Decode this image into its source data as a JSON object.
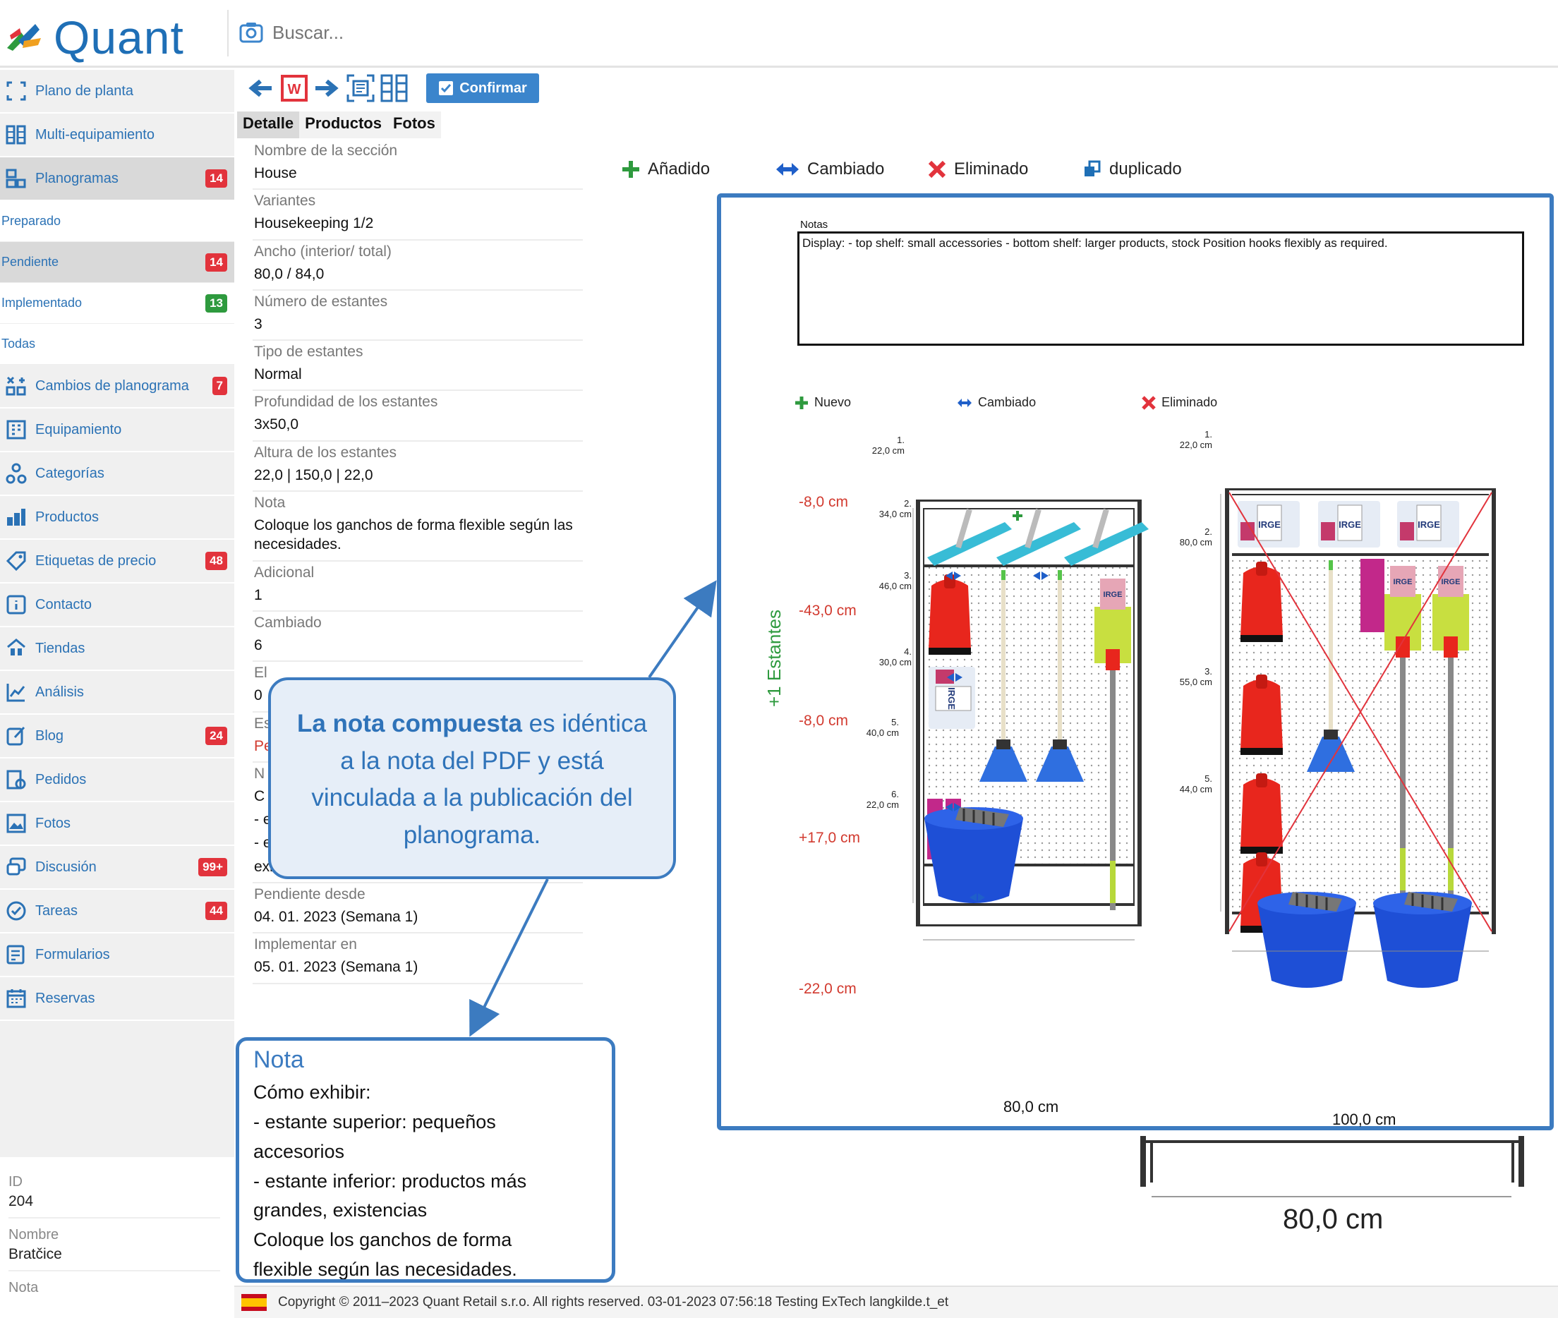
{
  "app": {
    "name": "Quant"
  },
  "search": {
    "placeholder": "Buscar..."
  },
  "sidebar": {
    "items": [
      {
        "label": "Plano de planta",
        "icon": "floorplan-icon"
      },
      {
        "label": "Multi-equipamiento",
        "icon": "multi-equipment-icon"
      },
      {
        "label": "Planogramas",
        "icon": "planogram-icon",
        "badge": "14"
      },
      {
        "label": "Cambios de planograma",
        "icon": "planogram-changes-icon",
        "badge": "7"
      },
      {
        "label": "Equipamiento",
        "icon": "equipment-icon"
      },
      {
        "label": "Categorías",
        "icon": "categories-icon"
      },
      {
        "label": "Productos",
        "icon": "products-icon"
      },
      {
        "label": "Etiquetas de precio",
        "icon": "price-tag-icon",
        "badge": "48"
      },
      {
        "label": "Contacto",
        "icon": "contact-icon"
      },
      {
        "label": "Tiendas",
        "icon": "stores-icon"
      },
      {
        "label": "Análisis",
        "icon": "analysis-icon"
      },
      {
        "label": "Blog",
        "icon": "blog-icon",
        "badge": "24"
      },
      {
        "label": "Pedidos",
        "icon": "orders-icon"
      },
      {
        "label": "Fotos",
        "icon": "photos-icon"
      },
      {
        "label": "Discusión",
        "icon": "discussion-icon",
        "badge": "99+"
      },
      {
        "label": "Tareas",
        "icon": "tasks-icon",
        "badge": "44"
      },
      {
        "label": "Formularios",
        "icon": "forms-icon"
      },
      {
        "label": "Reservas",
        "icon": "reservations-icon"
      }
    ],
    "subitems": [
      {
        "label": "Preparado"
      },
      {
        "label": "Pendiente",
        "badge": "14"
      },
      {
        "label": "Implementado",
        "badge": "13"
      },
      {
        "label": "Todas"
      }
    ],
    "info": {
      "id_label": "ID",
      "id_value": "204",
      "name_label": "Nombre",
      "name_value": "Bratčice",
      "note_label": "Nota"
    }
  },
  "toolbar": {
    "confirm_label": "Confirmar"
  },
  "tabs": [
    {
      "label": "Detalle"
    },
    {
      "label": "Productos"
    },
    {
      "label": "Fotos"
    }
  ],
  "details": [
    {
      "k": "Nombre de la sección",
      "v": "House"
    },
    {
      "k": "Variantes",
      "v": "Housekeeping 1/2"
    },
    {
      "k": "Ancho (interior/ total)",
      "v": "80,0 / 84,0"
    },
    {
      "k": "Número de estantes",
      "v": "3"
    },
    {
      "k": "Tipo de estantes",
      "v": "Normal"
    },
    {
      "k": "Profundidad de los estantes",
      "v": "3x50,0"
    },
    {
      "k": "Altura de los estantes",
      "v": "22,0 | 150,0 | 22,0"
    },
    {
      "k": "Nota",
      "v": "Coloque los ganchos de forma flexible según las necesidades."
    },
    {
      "k": "Adicional",
      "v": "1"
    },
    {
      "k": "Cambiado",
      "v": "6"
    },
    {
      "k": "El",
      "v": "0"
    },
    {
      "k": "Es",
      "v": "Pe"
    },
    {
      "k": "N",
      "v": "C"
    }
  ],
  "details_hidden_lines": [
    "- e",
    "- estante inferior: productos más grandes,",
    "existencias"
  ],
  "details_tail": [
    {
      "k": "Pendiente desde",
      "v": "04. 01. 2023 (Semana 1)"
    },
    {
      "k": "Implementar en",
      "v": "05. 01. 2023 (Semana 1)"
    }
  ],
  "legend_top": [
    {
      "label": "Añadido",
      "icon": "plus-icon",
      "color": "#2e9a3e"
    },
    {
      "label": "Cambiado",
      "icon": "swap-icon",
      "color": "#1f5fc9"
    },
    {
      "label": "Eliminado",
      "icon": "x-icon",
      "color": "#e2333c"
    },
    {
      "label": "duplicado",
      "icon": "duplicate-icon",
      "color": "#1f6fb6"
    }
  ],
  "pdf": {
    "notes_label": "Notas",
    "notes_text": "Display: - top shelf: small accessories - bottom shelf: larger products, stock Position hooks flexibly as required.",
    "legend": [
      {
        "label": "Nuevo",
        "color": "#2e9a3e"
      },
      {
        "label": "Cambiado",
        "color": "#1f5fc9"
      },
      {
        "label": "Eliminado",
        "color": "#e2333c"
      }
    ],
    "side_label": "+1 Estantes",
    "left_deltas": [
      "-8,0 cm",
      "-43,0 cm",
      "-8,0 cm",
      "+17,0 cm",
      "-22,0 cm"
    ],
    "left_shelves": [
      {
        "n": "1.",
        "h": "22,0 cm"
      },
      {
        "n": "2.",
        "h": "34,0 cm"
      },
      {
        "n": "3.",
        "h": "46,0 cm"
      },
      {
        "n": "4.",
        "h": "30,0 cm"
      },
      {
        "n": "5.",
        "h": "40,0 cm"
      },
      {
        "n": "6.",
        "h": "22,0 cm"
      }
    ],
    "right_shelves": [
      {
        "n": "1.",
        "h": "22,0 cm"
      },
      {
        "n": "2.",
        "h": "80,0 cm"
      },
      {
        "n": "3.",
        "h": "55,0 cm"
      },
      {
        "n": "5.",
        "h": "44,0 cm"
      }
    ],
    "left_width": "80,0 cm",
    "right_width": "100,0 cm",
    "brand": "IRGE"
  },
  "callout": {
    "bold": "La nota compuesta",
    "rest": " es idéntica a la nota del PDF y está vinculada a la publicación del planograma."
  },
  "nota_box": {
    "title": "Nota",
    "lines": [
      "Cómo exhibir:",
      "- estante superior: pequeños",
      "accesorios",
      "- estante inferior: productos más",
      "grandes, existencias",
      "Coloque los ganchos de forma",
      "flexible según las necesidades."
    ]
  },
  "bottom_width": "80,0 cm",
  "footer": {
    "text": "Copyright © 2011–2023 Quant Retail s.r.o. All rights reserved. 03-01-2023 07:56:18  Testing ExTech  langkilde.t_et"
  },
  "colors": {
    "accent": "#3c7bc0",
    "brand": "#1f6fb6",
    "badge_red": "#e2333c",
    "badge_green": "#2e9a3e"
  }
}
